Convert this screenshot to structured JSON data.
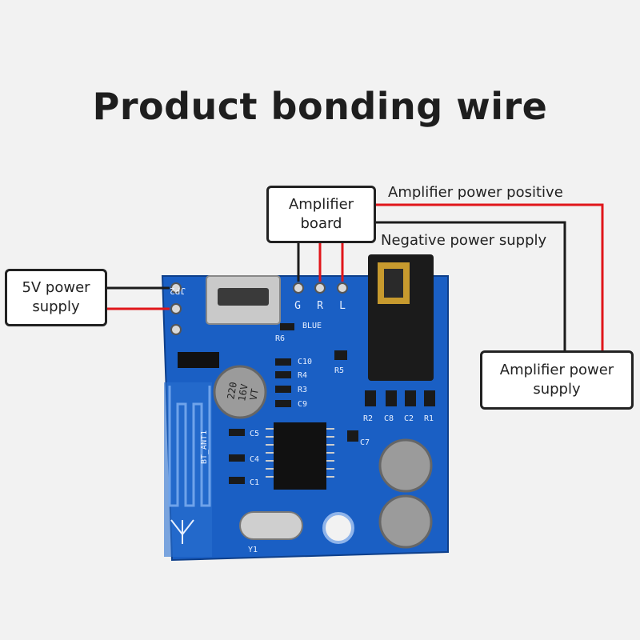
{
  "title": "Product bonding wire",
  "labels": {
    "amplifier_board": "Amplifier\nboard",
    "power_5v": "5V power\nsupply",
    "amplifier_power_supply": "Amplifier power\nsupply",
    "amp_power_positive": "Amplifier power positive",
    "negative_power_supply": "Negative power supply"
  },
  "board_silkscreen": {
    "jp2": "JP2",
    "pin_g": "G",
    "pin_r": "R",
    "pin_l": "L",
    "blue": "BLUE",
    "r6": "R6",
    "c10": "C10",
    "r4": "R4",
    "c9": "C9",
    "r3": "R3",
    "r5": "R5",
    "r2": "R2",
    "c8": "C8",
    "c2": "C2",
    "r1": "R1",
    "c7": "C7",
    "c5": "C5",
    "c4": "C4",
    "c1": "C1",
    "y1": "Y1",
    "bt_ant1": "BT_ANT1",
    "cap_text_1": "220",
    "cap_text_2": "16V",
    "cap_text_3": "VT"
  },
  "colors": {
    "wire_red": "#e0161b",
    "wire_black": "#1c1c1c",
    "pcb_blue": "#1a5fc4"
  }
}
